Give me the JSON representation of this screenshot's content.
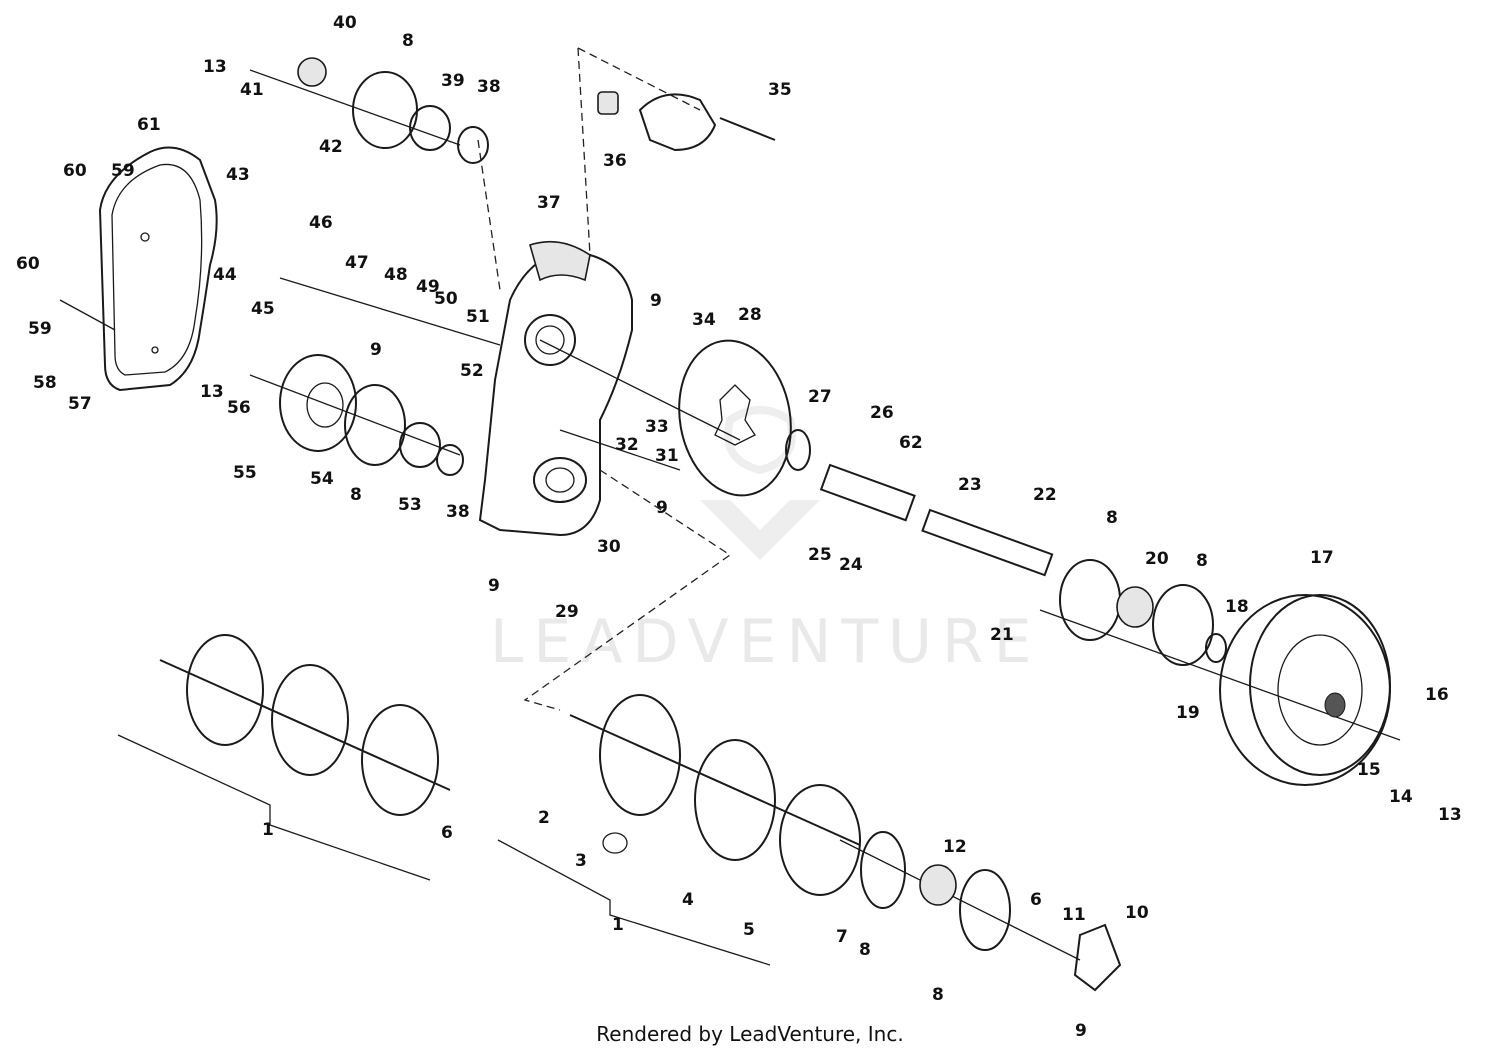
{
  "footer": "Rendered by LeadVenture, Inc.",
  "watermark": "LEADVENTURE",
  "callouts": [
    "1",
    "1",
    "2",
    "3",
    "4",
    "5",
    "6",
    "6",
    "7",
    "8",
    "8",
    "8",
    "8",
    "8",
    "8",
    "9",
    "9",
    "9",
    "9",
    "9",
    "10",
    "11",
    "12",
    "13",
    "13",
    "13",
    "14",
    "15",
    "16",
    "17",
    "18",
    "19",
    "20",
    "21",
    "22",
    "23",
    "24",
    "25",
    "26",
    "27",
    "28",
    "29",
    "30",
    "31",
    "32",
    "33",
    "34",
    "35",
    "36",
    "37",
    "38",
    "38",
    "39",
    "40",
    "41",
    "42",
    "43",
    "44",
    "45",
    "46",
    "47",
    "48",
    "49",
    "50",
    "51",
    "52",
    "53",
    "54",
    "55",
    "56",
    "57",
    "58",
    "59",
    "59",
    "60",
    "60",
    "61",
    "62"
  ],
  "colors": {
    "ink": "#1a1a1a",
    "watermark": "#d0d0d0",
    "background": "#ffffff"
  }
}
